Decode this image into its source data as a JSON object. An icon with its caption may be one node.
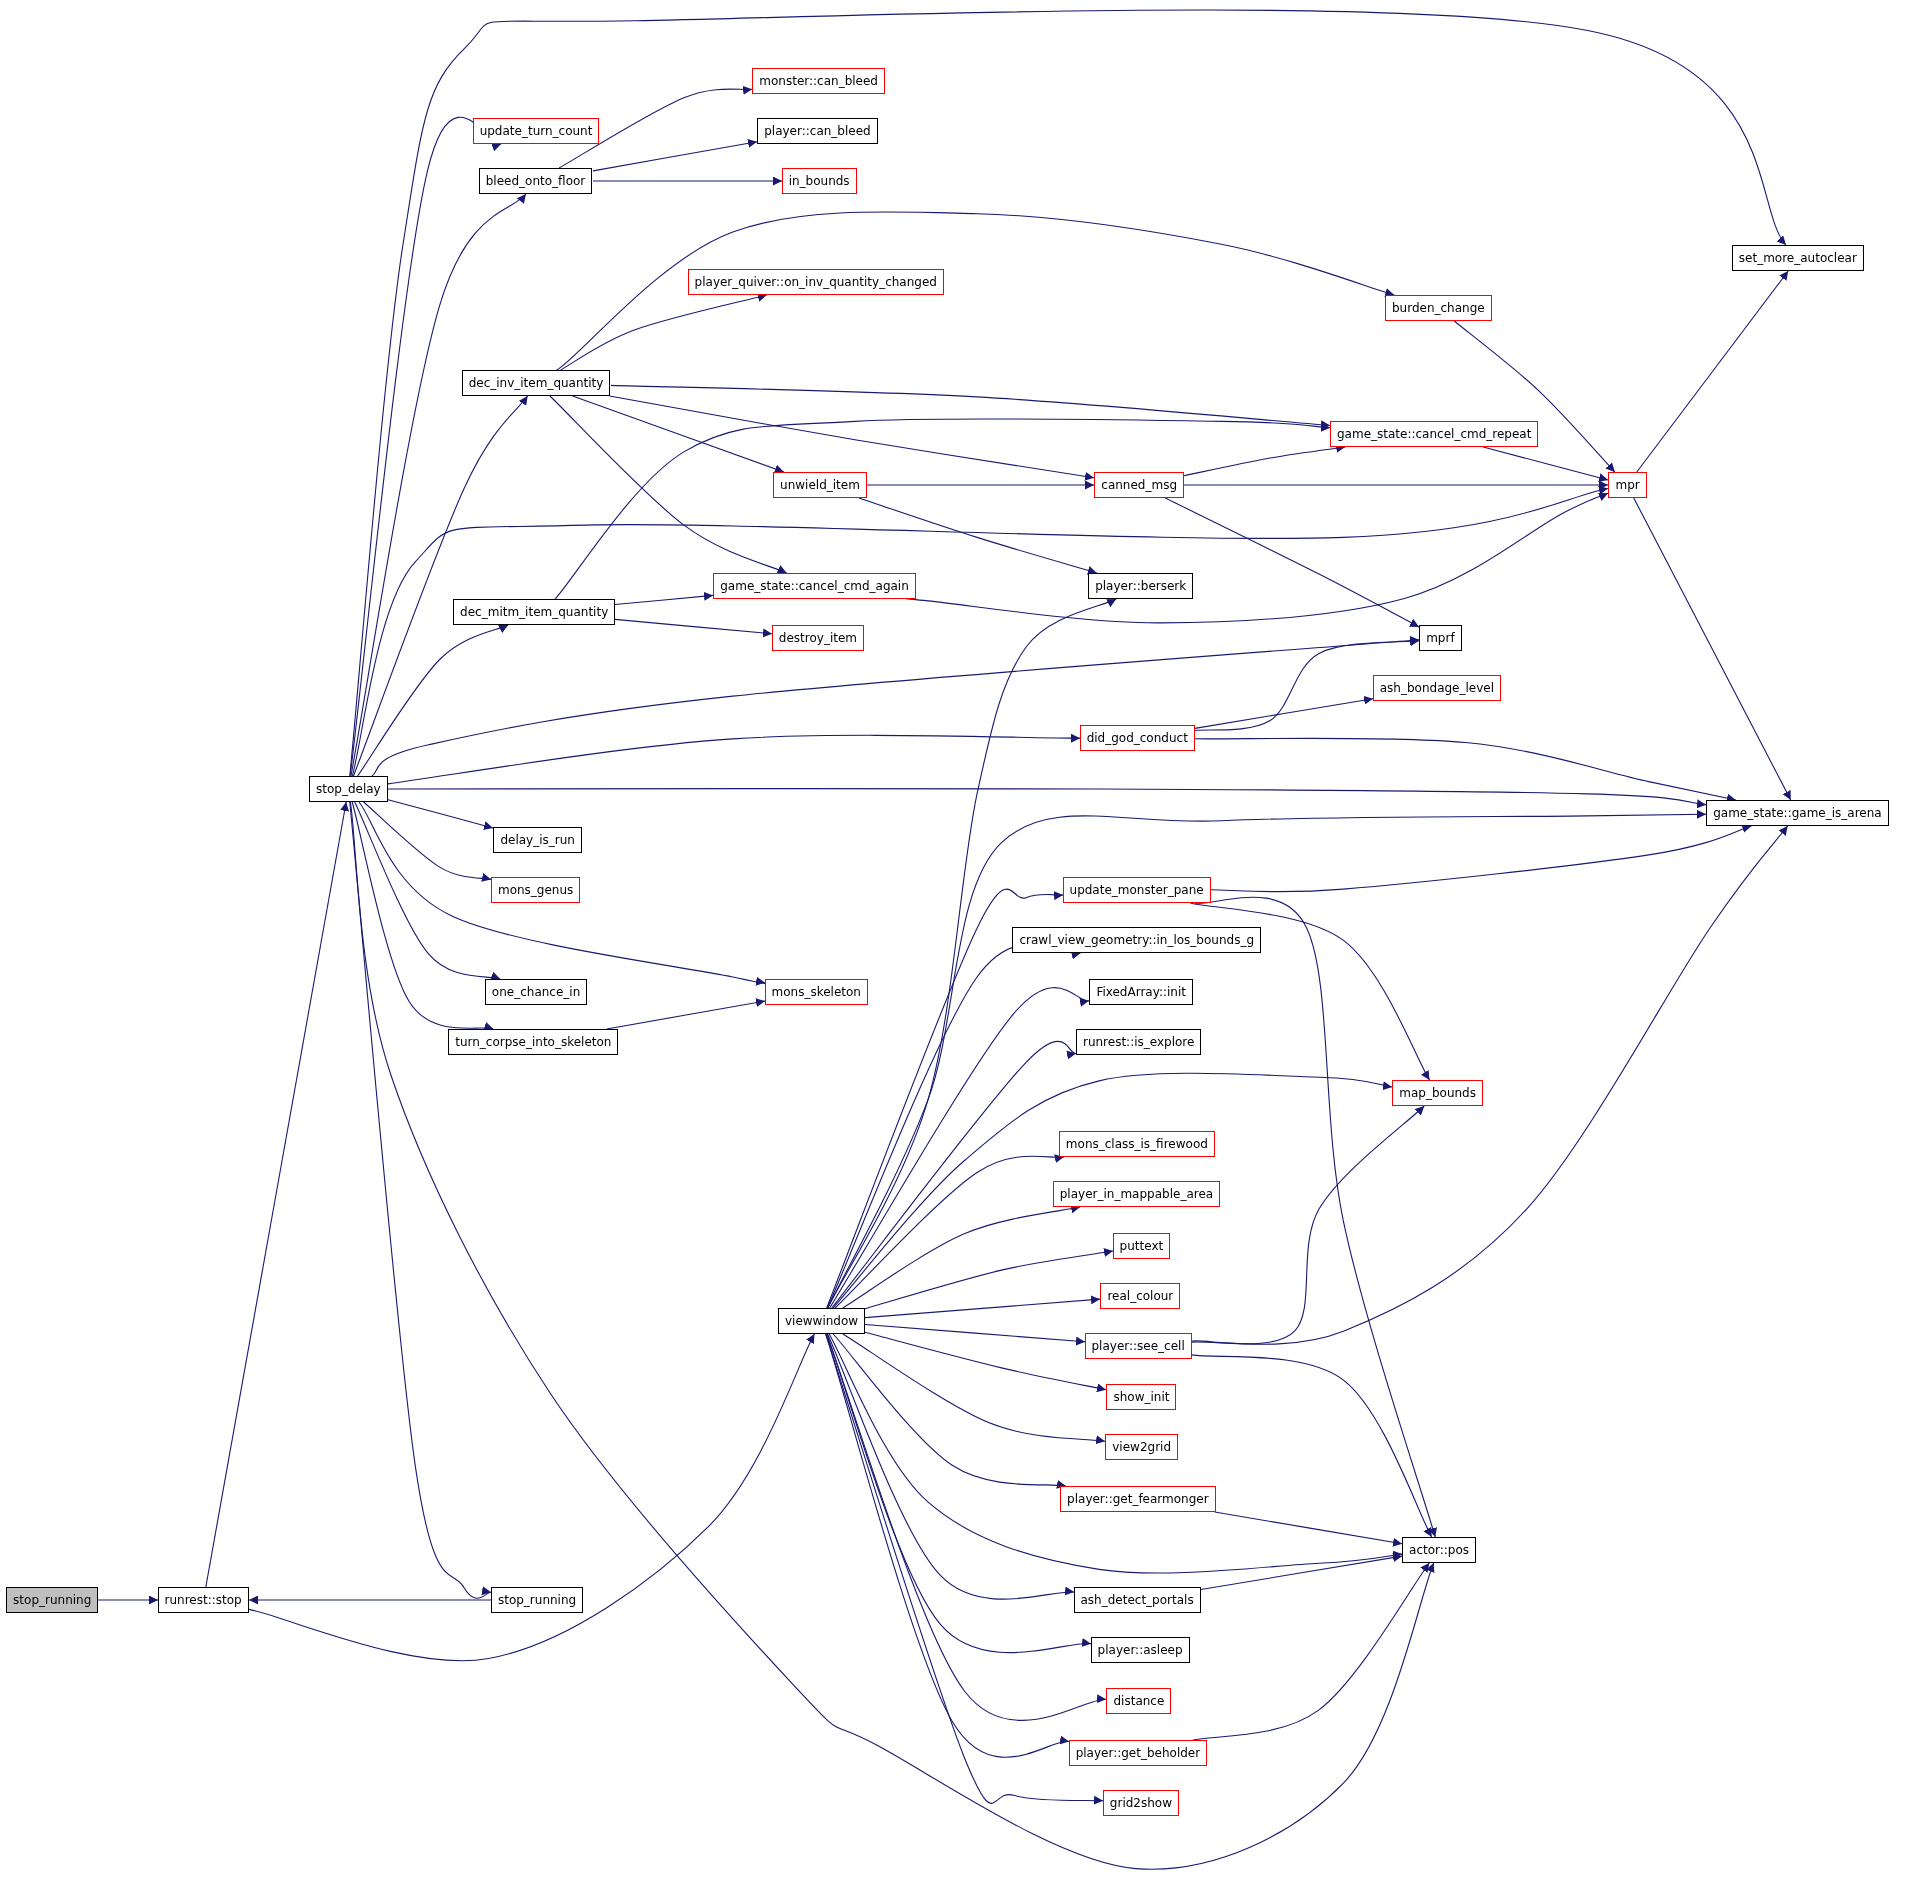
{
  "diagram": {
    "nodes": [
      {
        "text": [
          "stop_running"
        ]
      },
      {
        "text": [
          "runrest::stop"
        ]
      },
      {
        "text": [
          "stop_delay"
        ]
      },
      {
        "text": [
          "stop_running"
        ]
      },
      {
        "text": [
          "update_turn_count"
        ]
      },
      {
        "text": [
          "bleed_onto_floor"
        ]
      },
      {
        "text": [
          "monster::can_bleed"
        ]
      },
      {
        "text": [
          "player::can_bleed"
        ]
      },
      {
        "text": [
          "in_bounds"
        ]
      },
      {
        "text": [
          "set_more_autoclear"
        ]
      },
      {
        "text": [
          "player_quiver::on_inv_quantity_changed"
        ]
      },
      {
        "text": [
          "burden_change"
        ]
      },
      {
        "text": [
          "dec_inv_item_quantity"
        ]
      },
      {
        "text": [
          "game_state::cancel_cmd_repeat"
        ]
      },
      {
        "text": [
          "unwield_item"
        ]
      },
      {
        "text": [
          "canned_msg"
        ]
      },
      {
        "text": [
          "mpr"
        ]
      },
      {
        "text": [
          "player::berserk"
        ]
      },
      {
        "text": [
          "dec_mitm_item_quantity"
        ]
      },
      {
        "text": [
          "game_state::cancel_cmd_again"
        ]
      },
      {
        "text": [
          "destroy_item"
        ]
      },
      {
        "text": [
          "mprf"
        ]
      },
      {
        "text": [
          "ash_bondage_level"
        ]
      },
      {
        "text": [
          "did_god_conduct"
        ]
      },
      {
        "text": [
          "game_state::game_is_arena"
        ]
      },
      {
        "text": [
          "delay_is_run"
        ]
      },
      {
        "text": [
          "mons_genus"
        ]
      },
      {
        "text": [
          "update_monster_pane"
        ]
      },
      {
        "text": [
          "crawl_view_geometry::in_los_bounds_g"
        ]
      },
      {
        "text": [
          "one_chance_in"
        ]
      },
      {
        "text": [
          "mons_skeleton"
        ]
      },
      {
        "text": [
          "FixedArray::init"
        ]
      },
      {
        "text": [
          "turn_corpse_into_skeleton"
        ]
      },
      {
        "text": [
          "runrest::is_explore"
        ]
      },
      {
        "text": [
          "map_bounds"
        ]
      },
      {
        "text": [
          "mons_class_is_firewood"
        ]
      },
      {
        "text": [
          "player_in_mappable_area"
        ]
      },
      {
        "text": [
          "puttext"
        ]
      },
      {
        "text": [
          "real_colour"
        ]
      },
      {
        "text": [
          "viewwindow"
        ]
      },
      {
        "text": [
          "player::see_cell"
        ]
      },
      {
        "text": [
          "show_init"
        ]
      },
      {
        "text": [
          "view2grid"
        ]
      },
      {
        "text": [
          "player::get_fearmonger"
        ]
      },
      {
        "text": [
          "actor::pos"
        ]
      },
      {
        "text": [
          "ash_detect_portals"
        ]
      },
      {
        "text": [
          "player::asleep"
        ]
      },
      {
        "text": [
          "distance"
        ]
      },
      {
        "text": [
          "player::get_beholder"
        ]
      },
      {
        "text": [
          "grid2show"
        ]
      }
    ],
    "edges": [
      {
        "from": 0,
        "to": 1,
        "arrow": "to"
      },
      {
        "from": 1,
        "to": 2,
        "arrow": "to"
      },
      {
        "from": 1,
        "to": 39,
        "arrow": "to"
      },
      {
        "from": 3,
        "to": 1,
        "arrow": "to"
      },
      {
        "from": 2,
        "to": 9,
        "arrow": "to"
      },
      {
        "from": 2,
        "to": 4,
        "arrow": "to"
      },
      {
        "from": 2,
        "to": 5,
        "arrow": "to"
      },
      {
        "from": 2,
        "to": 12,
        "arrow": "to"
      },
      {
        "from": 2,
        "to": 16,
        "arrow": "to"
      },
      {
        "from": 2,
        "to": 18,
        "arrow": "to"
      },
      {
        "from": 2,
        "to": 21,
        "arrow": "to"
      },
      {
        "from": 2,
        "to": 23,
        "arrow": "to"
      },
      {
        "from": 2,
        "to": 24,
        "arrow": "to"
      },
      {
        "from": 2,
        "to": 25,
        "arrow": "to"
      },
      {
        "from": 2,
        "to": 26,
        "arrow": "to"
      },
      {
        "from": 2,
        "to": 30,
        "arrow": "to"
      },
      {
        "from": 2,
        "to": 29,
        "arrow": "to"
      },
      {
        "from": 2,
        "to": 32,
        "arrow": "to"
      },
      {
        "from": 2,
        "to": 3,
        "arrow": "to"
      },
      {
        "from": 2,
        "to": 44,
        "arrow": "to"
      },
      {
        "from": 5,
        "to": 6,
        "arrow": "to"
      },
      {
        "from": 5,
        "to": 7,
        "arrow": "to"
      },
      {
        "from": 5,
        "to": 8,
        "arrow": "to"
      },
      {
        "from": 12,
        "to": 10,
        "arrow": "to"
      },
      {
        "from": 12,
        "to": 11,
        "arrow": "to"
      },
      {
        "from": 12,
        "to": 13,
        "arrow": "to"
      },
      {
        "from": 12,
        "to": 14,
        "arrow": "to"
      },
      {
        "from": 12,
        "to": 15,
        "arrow": "to"
      },
      {
        "from": 12,
        "to": 19,
        "arrow": "to"
      },
      {
        "from": 14,
        "to": 15,
        "arrow": "to"
      },
      {
        "from": 14,
        "to": 17,
        "arrow": "to"
      },
      {
        "from": 15,
        "to": 13,
        "arrow": "to"
      },
      {
        "from": 15,
        "to": 16,
        "arrow": "to"
      },
      {
        "from": 15,
        "to": 21,
        "arrow": "to"
      },
      {
        "from": 11,
        "to": 16,
        "arrow": "to"
      },
      {
        "from": 13,
        "to": 16,
        "arrow": "to"
      },
      {
        "from": 16,
        "to": 9,
        "arrow": "to"
      },
      {
        "from": 16,
        "to": 24,
        "arrow": "to"
      },
      {
        "from": 18,
        "to": 13,
        "arrow": "to"
      },
      {
        "from": 18,
        "to": 19,
        "arrow": "to"
      },
      {
        "from": 18,
        "to": 20,
        "arrow": "to"
      },
      {
        "from": 19,
        "to": 16,
        "arrow": "to"
      },
      {
        "from": 23,
        "to": 21,
        "arrow": "to"
      },
      {
        "from": 23,
        "to": 22,
        "arrow": "to"
      },
      {
        "from": 23,
        "to": 24,
        "arrow": "to"
      },
      {
        "from": 39,
        "to": 17,
        "arrow": "to"
      },
      {
        "from": 39,
        "to": 24,
        "arrow": "to"
      },
      {
        "from": 39,
        "to": 27,
        "arrow": "to"
      },
      {
        "from": 39,
        "to": 28,
        "arrow": "to"
      },
      {
        "from": 39,
        "to": 31,
        "arrow": "to"
      },
      {
        "from": 39,
        "to": 33,
        "arrow": "to"
      },
      {
        "from": 39,
        "to": 34,
        "arrow": "to"
      },
      {
        "from": 39,
        "to": 35,
        "arrow": "to"
      },
      {
        "from": 39,
        "to": 36,
        "arrow": "to"
      },
      {
        "from": 39,
        "to": 37,
        "arrow": "to"
      },
      {
        "from": 39,
        "to": 38,
        "arrow": "to"
      },
      {
        "from": 39,
        "to": 40,
        "arrow": "to"
      },
      {
        "from": 39,
        "to": 41,
        "arrow": "to"
      },
      {
        "from": 39,
        "to": 42,
        "arrow": "to"
      },
      {
        "from": 39,
        "to": 43,
        "arrow": "to"
      },
      {
        "from": 39,
        "to": 44,
        "arrow": "to"
      },
      {
        "from": 39,
        "to": 45,
        "arrow": "to"
      },
      {
        "from": 39,
        "to": 46,
        "arrow": "to"
      },
      {
        "from": 39,
        "to": 47,
        "arrow": "to"
      },
      {
        "from": 39,
        "to": 48,
        "arrow": "to"
      },
      {
        "from": 39,
        "to": 49,
        "arrow": "to"
      },
      {
        "from": 27,
        "to": 24,
        "arrow": "to"
      },
      {
        "from": 27,
        "to": 34,
        "arrow": "to"
      },
      {
        "from": 27,
        "to": 44,
        "arrow": "to"
      },
      {
        "from": 40,
        "to": 34,
        "arrow": "to"
      },
      {
        "from": 40,
        "to": 24,
        "arrow": "to"
      },
      {
        "from": 40,
        "to": 44,
        "arrow": "to"
      },
      {
        "from": 43,
        "to": 44,
        "arrow": "to"
      },
      {
        "from": 45,
        "to": 44,
        "arrow": "to"
      },
      {
        "from": 48,
        "to": 44,
        "arrow": "to"
      },
      {
        "from": 32,
        "to": 30,
        "arrow": "to"
      }
    ]
  }
}
